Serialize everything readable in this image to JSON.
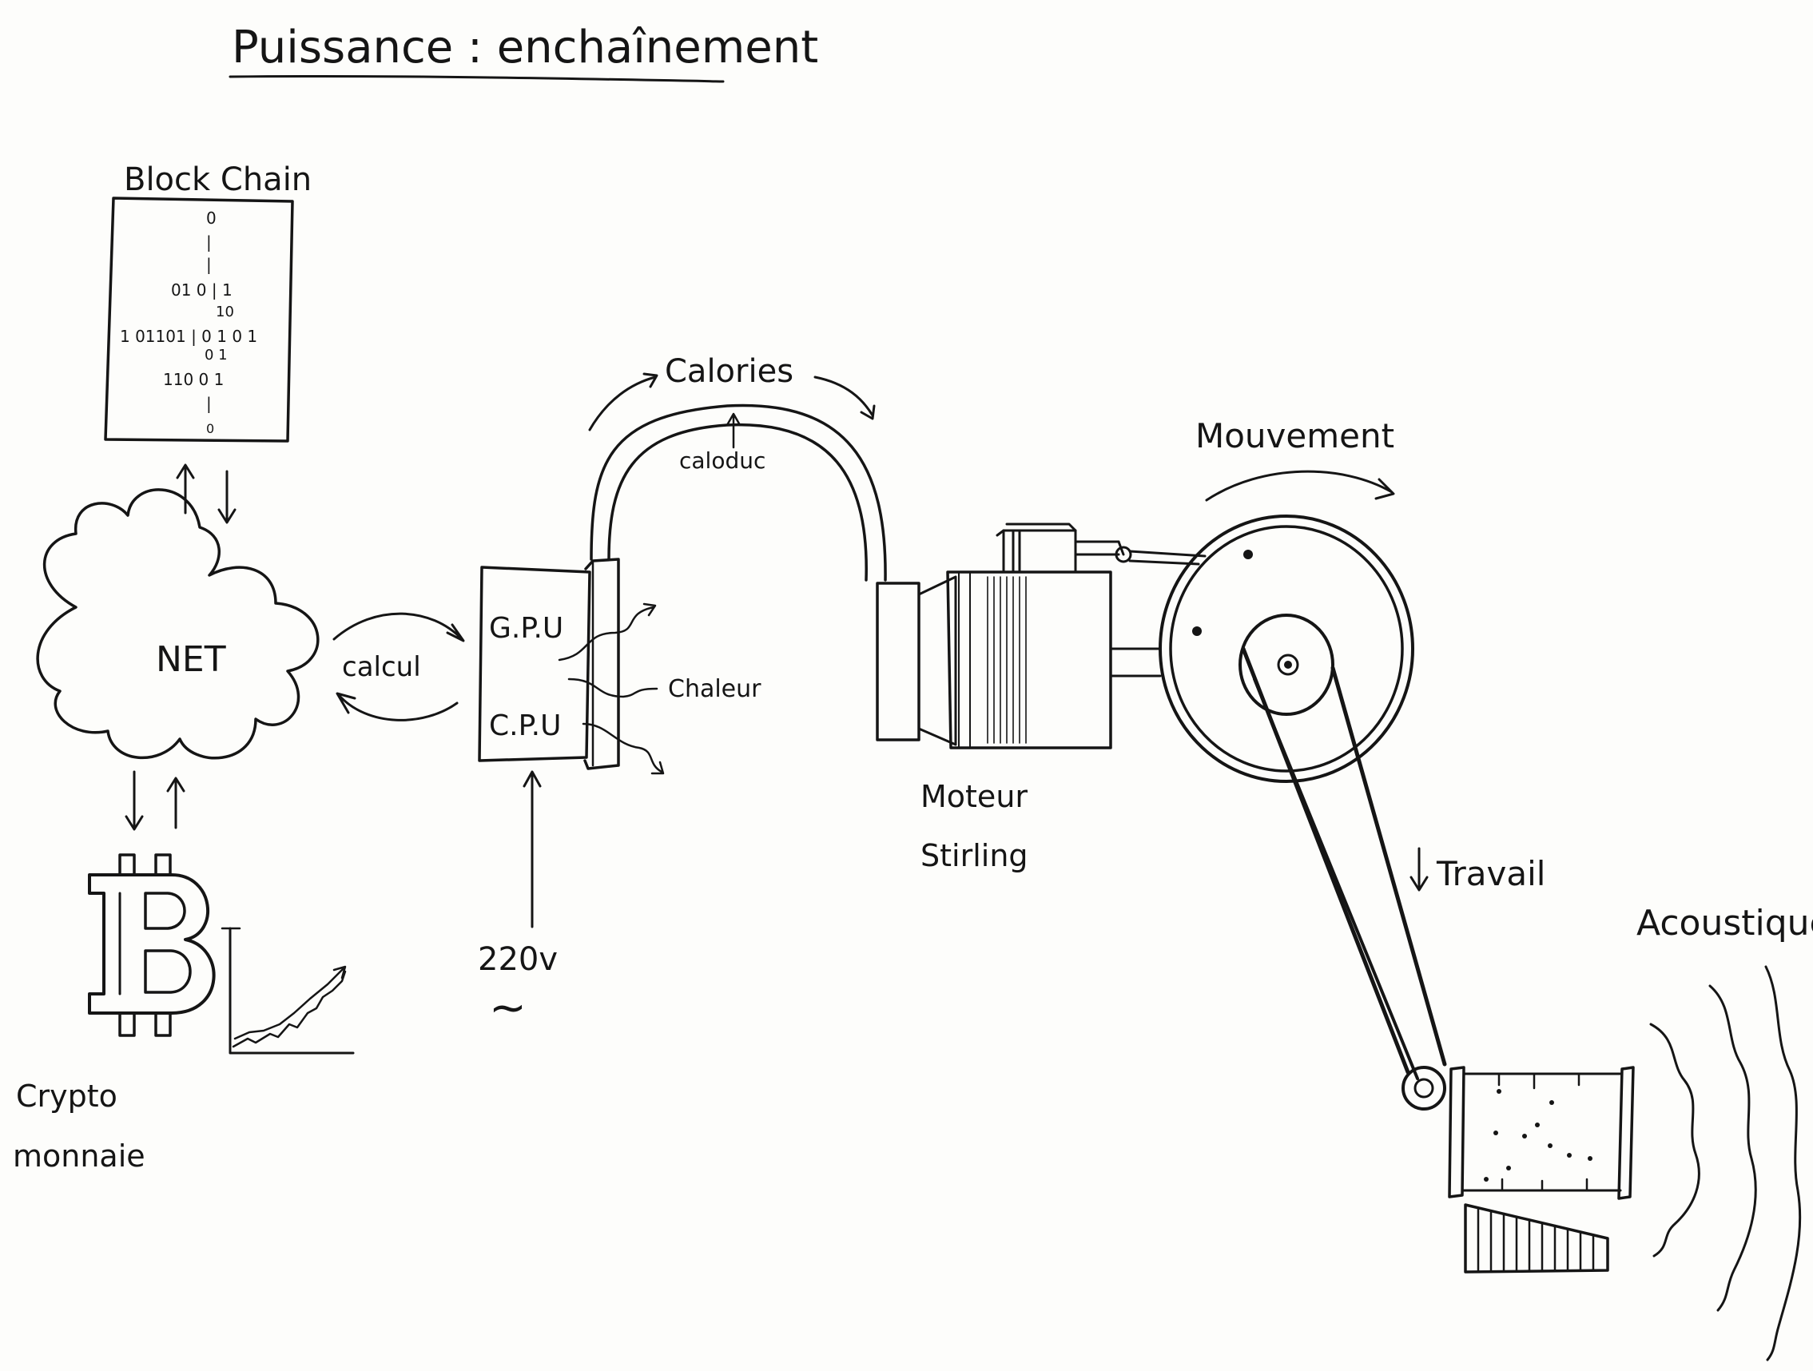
{
  "title": "Puissance : enchaînement",
  "labels": {
    "blockchain": "Block Chain",
    "net": "NET",
    "calcul": "calcul",
    "gpu": "G.P.U",
    "cpu": "C.P.U",
    "chaleur": "Chaleur",
    "calories": "Calories",
    "caloduc": "caloduc",
    "voltage": "220v",
    "ac_symbol": "~",
    "crypto_line1": "Crypto",
    "crypto_line2": "monnaie",
    "mouvement": "Mouvement",
    "moteur_line1": "Moteur",
    "moteur_line2": "Stirling",
    "travail": "Travail",
    "acoustique": "Acoustique"
  },
  "blockchain_bits": [
    "0",
    "|",
    "|",
    "01 0 | 1",
    "10",
    "1 01101 | 0 1 0 1",
    "0 1",
    "110 0 1",
    "|",
    "0"
  ],
  "icons": {
    "blockchain": "blockchain-page-icon",
    "net": "cloud-icon",
    "crypto": "bitcoin-icon",
    "chart": "rising-chart-icon",
    "ram": "gpu-cpu-board-icon",
    "heatpipe": "heat-pipe-icon",
    "engine": "stirling-engine-icon",
    "flywheel": "flywheel-icon",
    "belt": "belt-drive-icon",
    "instrument": "music-box-icon",
    "sound": "sound-waves-icon"
  },
  "colors": {
    "ink": "#151515",
    "paper": "#fdfdfb"
  }
}
